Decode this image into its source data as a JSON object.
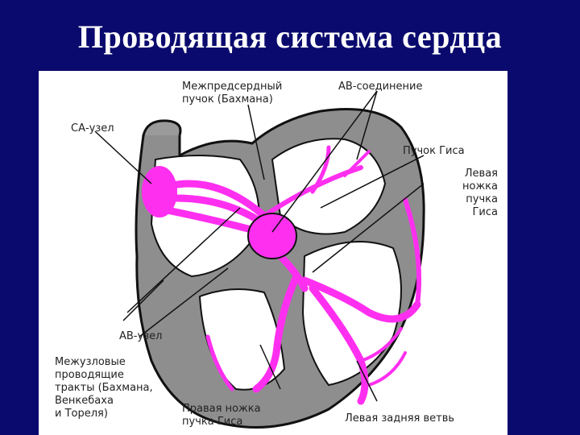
{
  "title": "Проводящая система сердца",
  "labels": {
    "sa_node": "СА-узел",
    "bachmann_bundle": "Межпредсердный\nпучок (Бахмана)",
    "av_junction": "АВ-соединение",
    "his_bundle": "Пучок Гиса",
    "left_bundle_branch": "Левая\nножка\nпучка\nГиса",
    "av_node": "АВ-узел",
    "internodal_tracts": "Межузловые\nпроводящие\nтракты (Бахмана,\nВенкебаха\nи Тореля)",
    "right_bundle_branch": "Правая ножка\nпучка Гиса",
    "left_posterior_fascicle": "Левая задняя ветвь"
  },
  "colors": {
    "background": "#0a0a6e",
    "conduction": "#ff2ff0",
    "myocardium": "#8e8e8e",
    "outline": "#111111"
  }
}
